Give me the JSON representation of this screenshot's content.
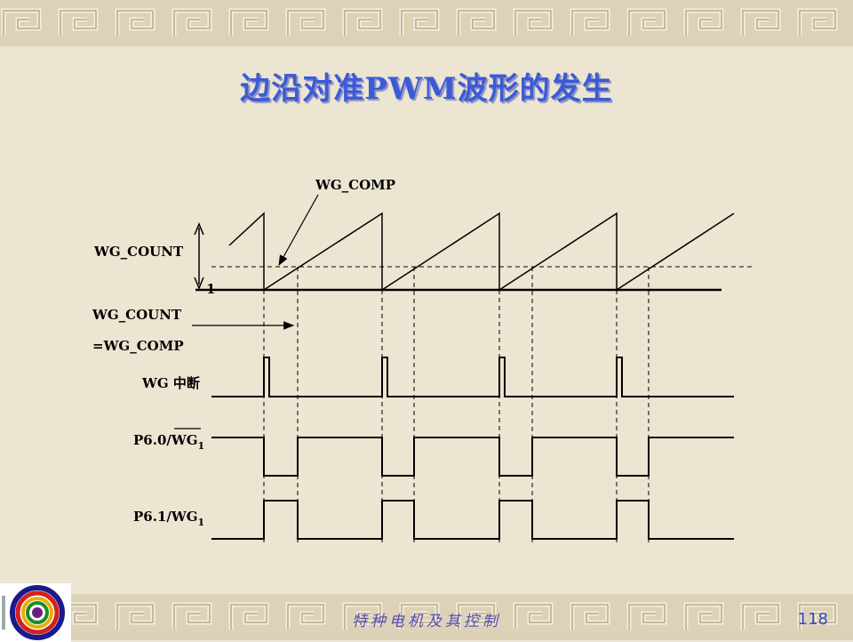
{
  "title": "边沿对准PWM波形的发生",
  "footer": {
    "course": "特种电机及其控制",
    "page_number": "118"
  },
  "diagram": {
    "labels": {
      "wg_comp_arrow": "WG_COMP",
      "wg_count": "WG_COUNT",
      "count_min": "1",
      "equal_line1": "WG_COUNT",
      "equal_line2": "=WG_COMP",
      "wg_interrupt": "WG 中断",
      "p60_prefix": "P6.0/",
      "p60_signal": "WG",
      "p60_sub": "1",
      "p61_prefix": "P6.1/WG",
      "p61_sub": "1"
    }
  },
  "colors": {
    "title": "#3b5bd6",
    "footer": "#5b4fb4",
    "page_number": "#2c4cc8",
    "background": "#ece5d2"
  }
}
